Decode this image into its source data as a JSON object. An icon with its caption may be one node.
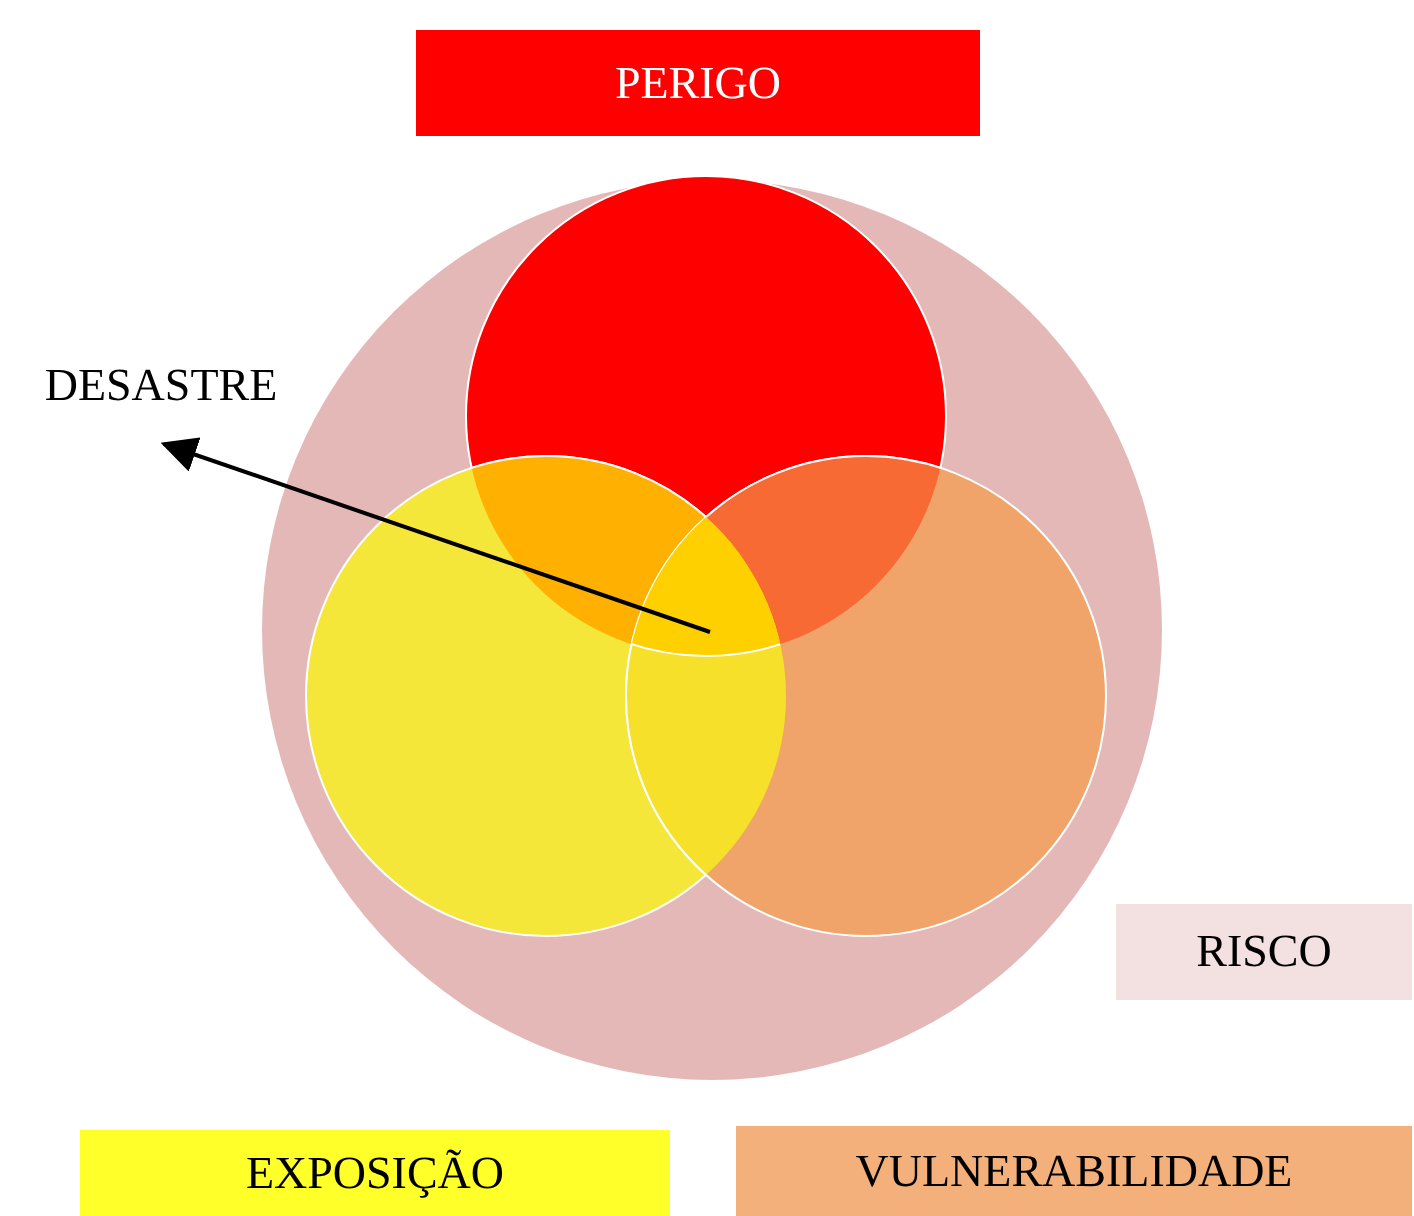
{
  "diagram": {
    "nodes": [
      {
        "text": [
          "PERIGO"
        ]
      },
      {
        "text": [
          "DESASTRE"
        ]
      },
      {
        "text": [
          "RISCO"
        ]
      },
      {
        "text": [
          "EXPOSIÇÃO"
        ]
      },
      {
        "text": [
          "VULNERABILIDADE"
        ]
      }
    ],
    "edges": [
      {
        "from": null,
        "to": 1,
        "arrow": "to"
      }
    ]
  }
}
